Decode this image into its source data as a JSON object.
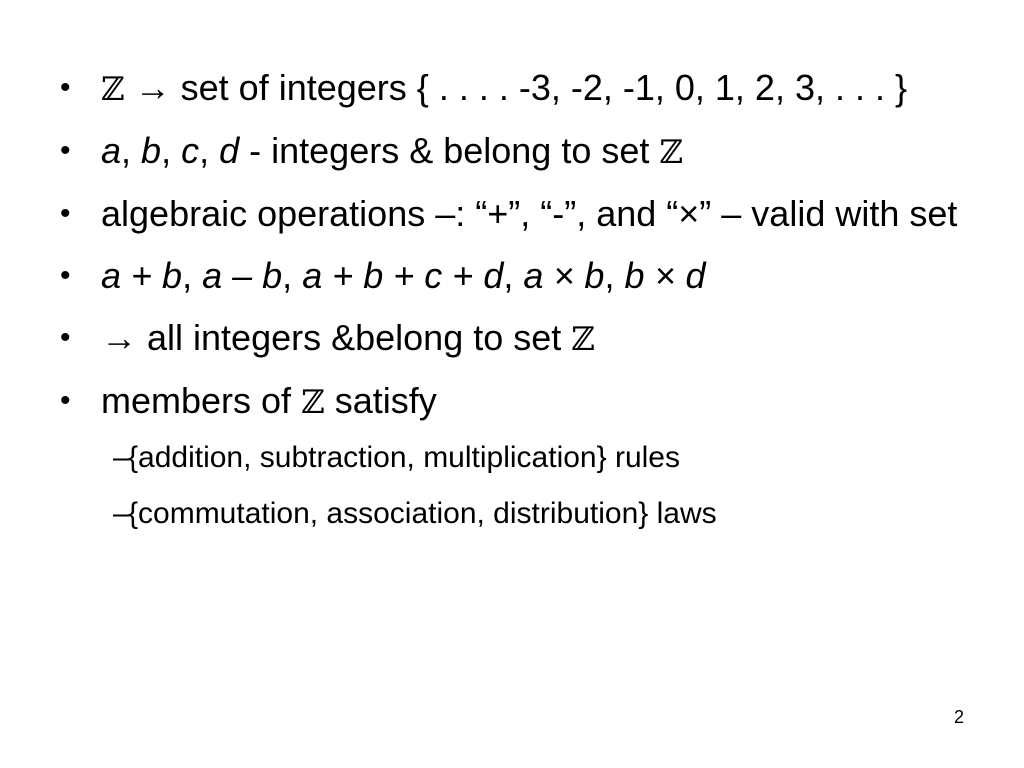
{
  "slide": {
    "bullets": [
      {
        "parts": [
          "ℤ",
          " → set of integers { . . . . -3, -2, -1, 0, 1, 2, 3, . . . }"
        ]
      },
      {
        "parts": [
          "a",
          ", ",
          "b",
          ", ",
          "c",
          ", ",
          "d",
          " - integers & belong to set ",
          "ℤ"
        ]
      },
      {
        "text": "algebraic operations –: “+”, “-”, and “×” – valid with set"
      },
      {
        "parts": [
          "a + b",
          ", ",
          "a – b",
          ", ",
          "a + b + c + d",
          ", ",
          "a × b",
          ", ",
          "b × d"
        ]
      },
      {
        "parts": [
          "→ all integers &belong to set ",
          "ℤ"
        ]
      },
      {
        "parts": [
          "members of ",
          "ℤ",
          " satisfy"
        ]
      }
    ],
    "subbullets": [
      "{addition, subtraction, multiplication} rules",
      "{commutation, association, distribution} laws"
    ],
    "bullet_marker": "•",
    "dash_marker": "–",
    "page_number": "2"
  }
}
